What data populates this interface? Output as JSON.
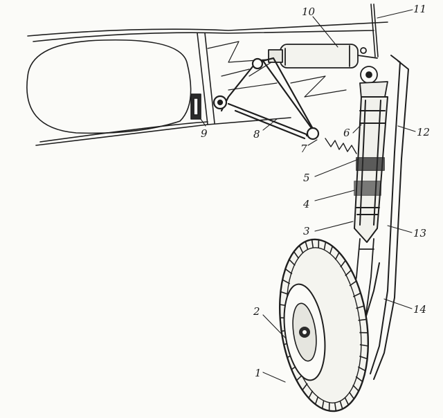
{
  "figure": {
    "subject": "aircraft main landing gear leg (line drawing)",
    "ink_color": "#1e1e1e",
    "paper_color": "#fbfbf8",
    "callouts": [
      "1",
      "2",
      "3",
      "4",
      "5",
      "6",
      "7",
      "8",
      "9",
      "10",
      "11",
      "12",
      "13",
      "14"
    ]
  }
}
